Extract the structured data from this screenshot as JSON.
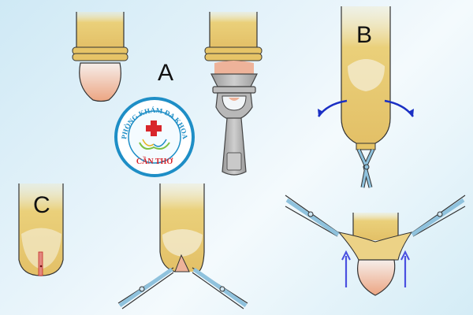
{
  "diagram": {
    "type": "medical-procedure-illustration",
    "panels": [
      {
        "id": "A",
        "label": "A",
        "description": "Foreskin with clamp device (ring applied)"
      },
      {
        "id": "B",
        "label": "B",
        "description": "Foreskin pulled and held with forceps, arrows showing stretch"
      },
      {
        "id": "C",
        "label": "C",
        "description": "Dorsal slit incision marked in red"
      },
      {
        "id": "D",
        "label": "",
        "description": "Forceps holding incised edges"
      },
      {
        "id": "E",
        "label": "",
        "description": "Foreskin retracted with two forceps, upward arrows"
      }
    ],
    "arrow_color": "#1a2fc4",
    "skin_color": "#e8c66f",
    "glans_color": "#f0b8a0",
    "instrument_color": "#8fc2dd"
  },
  "watermark": {
    "top_text": "PHÒNG KHÁM ĐA KHOA",
    "bottom_text": "CẦN THƠ",
    "ring_color": "#1e8ec6",
    "cross_color": "#d8262b"
  }
}
